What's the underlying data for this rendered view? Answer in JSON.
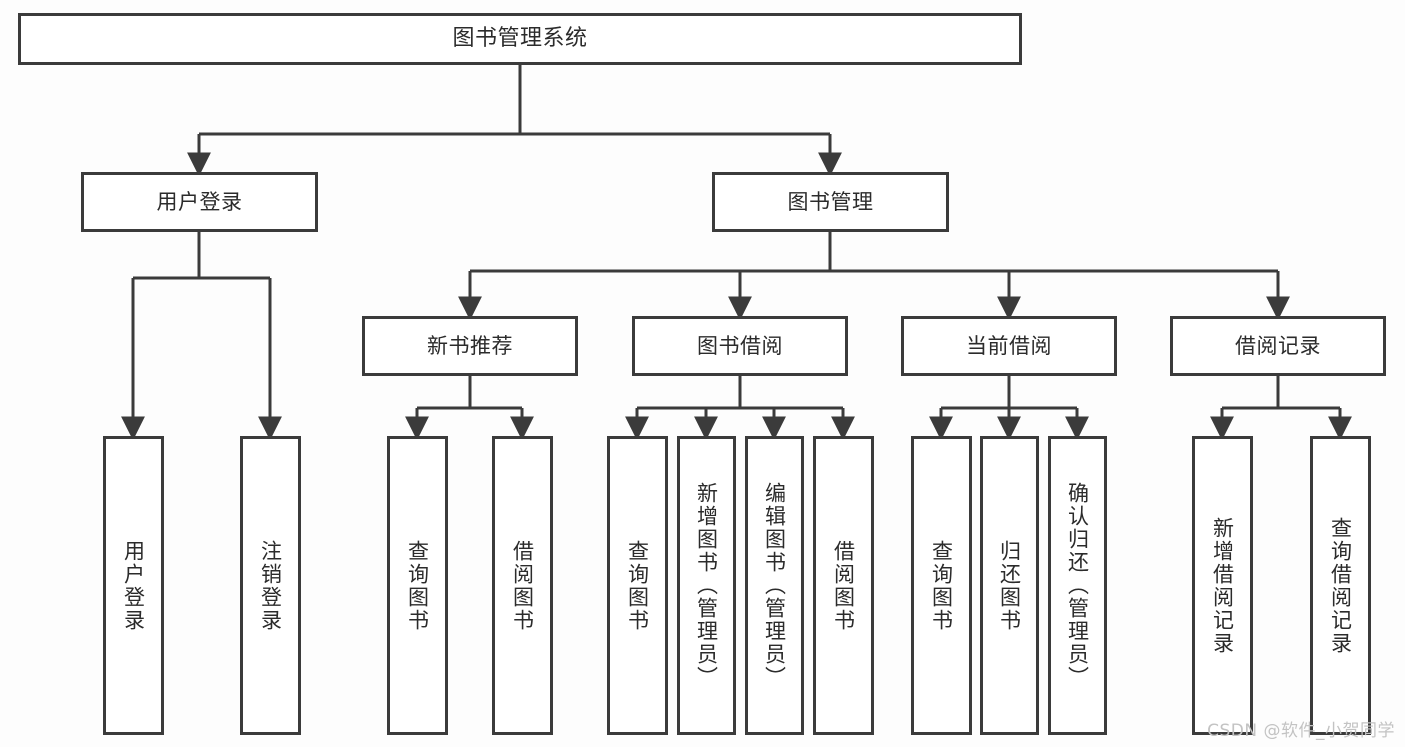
{
  "diagram": {
    "type": "tree-hierarchy",
    "title": "图书管理系统",
    "background_color": "#fdfdfd",
    "line_color": "#3b3b3b",
    "text_color": "#2b2b2b",
    "nodes": {
      "root": {
        "label": "图书管理系统"
      },
      "level2": [
        {
          "id": "user-login",
          "label": "用户登录"
        },
        {
          "id": "book-manage",
          "label": "图书管理"
        }
      ],
      "level3": [
        {
          "id": "new-book-recommend",
          "label": "新书推荐"
        },
        {
          "id": "book-borrow",
          "label": "图书借阅"
        },
        {
          "id": "current-borrow",
          "label": "当前借阅"
        },
        {
          "id": "borrow-record",
          "label": "借阅记录"
        }
      ],
      "leaves": {
        "user_login": [
          {
            "id": "leaf-user-login",
            "label": "用户登录"
          },
          {
            "id": "leaf-logout-login",
            "label": "注销登录"
          }
        ],
        "new_book_recommend": [
          {
            "id": "leaf-query-book-1",
            "label": "查询图书"
          },
          {
            "id": "leaf-borrow-book-1",
            "label": "借阅图书"
          }
        ],
        "book_borrow": [
          {
            "id": "leaf-query-book-2",
            "label": "查询图书"
          },
          {
            "id": "leaf-add-book",
            "label": "新增图书（管理员）"
          },
          {
            "id": "leaf-edit-book",
            "label": "编辑图书（管理员）"
          },
          {
            "id": "leaf-borrow-book-2",
            "label": "借阅图书"
          }
        ],
        "current_borrow": [
          {
            "id": "leaf-query-book-3",
            "label": "查询图书"
          },
          {
            "id": "leaf-return-book",
            "label": "归还图书"
          },
          {
            "id": "leaf-confirm-return",
            "label": "确认归还（管理员）"
          }
        ],
        "borrow_record": [
          {
            "id": "leaf-add-record",
            "label": "新增借阅记录"
          },
          {
            "id": "leaf-query-record",
            "label": "查询借阅记录"
          }
        ]
      }
    }
  },
  "watermark": {
    "text": "CSDN @软件_小贺同学"
  }
}
